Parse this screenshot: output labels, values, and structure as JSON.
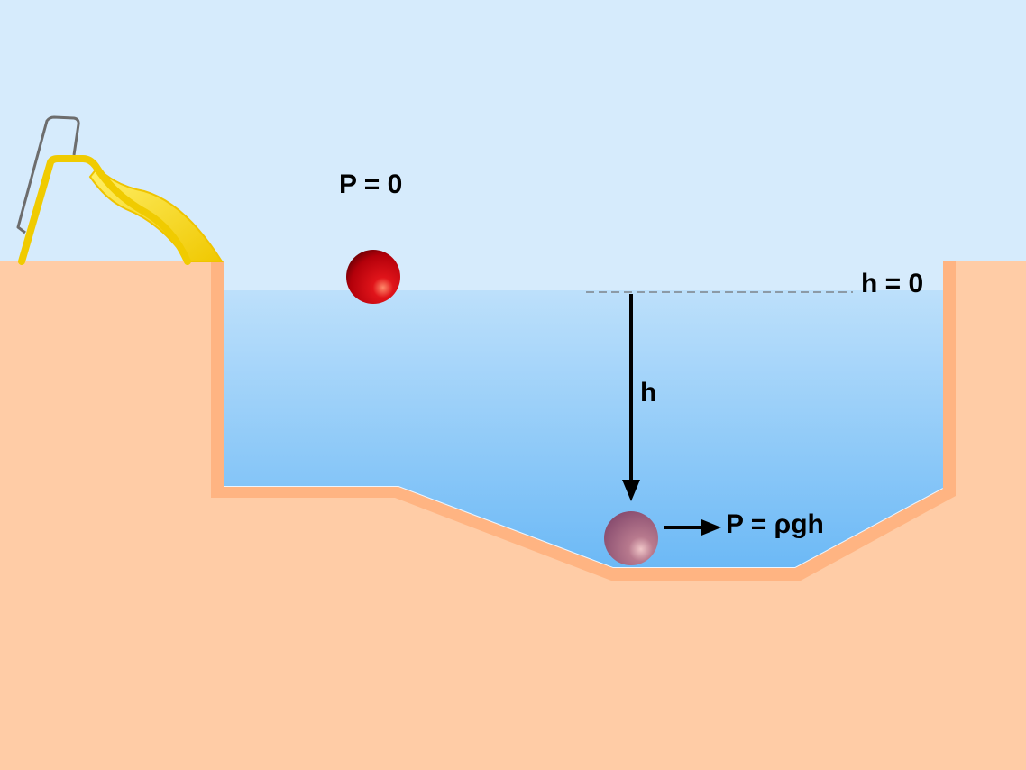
{
  "labels": {
    "surface_pressure": "P = 0",
    "zero_depth": "h = 0",
    "depth": "h",
    "depth_pressure": "P = ρgh"
  },
  "colors": {
    "sky": "#d6ebfc",
    "ground": "#ffcca6",
    "pool_rim": "#ffb482",
    "water_top": "#b9ddfb",
    "water_bottom": "#74bdf7",
    "ball_above": "#c4000b",
    "ball_submerged": "#a8607e",
    "slide": "#f6d20a",
    "ladder": "#6d6d6d"
  },
  "icons": [
    "water-slide-icon",
    "ladder-icon",
    "ball-icon",
    "arrow-icon"
  ]
}
